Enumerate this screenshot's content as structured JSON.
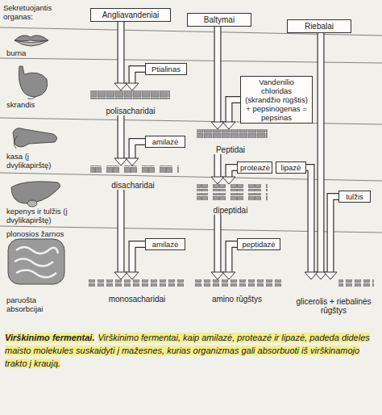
{
  "diagram": {
    "title": "Virškinimo fermentai.",
    "caption": "Virškinimo fermentai, kaip amilazė, proteazė ir lipazė, padeda dideles maisto molekules suskaidyti į mažesnes, kurias organizmas gali absorbuoti iš virškinamojo trakto į kraują.",
    "nodes": [
      {
        "text": [
          "Angliavandeniai"
        ]
      },
      {
        "text": [
          "Baltymai"
        ]
      },
      {
        "text": [
          "Riebalai"
        ]
      },
      {
        "text": [
          "Ptialinas"
        ]
      },
      {
        "text": [
          "polisacharidai"
        ]
      },
      {
        "text": [
          "Vandenilio chloridas (skrandžio rūgštis) + pepsinogenas = pepsinas"
        ]
      },
      {
        "text": [
          "Peptidai"
        ]
      },
      {
        "text": [
          "amilazė"
        ]
      },
      {
        "text": [
          "proteazė"
        ]
      },
      {
        "text": [
          "lipazė"
        ]
      },
      {
        "text": [
          "tulžis"
        ]
      },
      {
        "text": [
          "disacharidai"
        ]
      },
      {
        "text": [
          "dipeptidai"
        ]
      },
      {
        "text": [
          "amilazė"
        ]
      },
      {
        "text": [
          "peptidazė"
        ]
      },
      {
        "text": [
          "monosacharidai"
        ]
      },
      {
        "text": [
          "amino rūgštys"
        ]
      },
      {
        "text": [
          "glicerolis + riebalinės rūgštys"
        ]
      }
    ],
    "edges": [
      {
        "from": 0,
        "to": 4,
        "arrow": "to"
      },
      {
        "from": 3,
        "to": 4,
        "arrow": "to"
      },
      {
        "from": 4,
        "to": 11,
        "arrow": "to"
      },
      {
        "from": 7,
        "to": 11,
        "arrow": "to"
      },
      {
        "from": 11,
        "to": 15,
        "arrow": "to"
      },
      {
        "from": 13,
        "to": 15,
        "arrow": "to"
      },
      {
        "from": 1,
        "to": 6,
        "arrow": "to"
      },
      {
        "from": 5,
        "to": 6,
        "arrow": "to"
      },
      {
        "from": 6,
        "to": 12,
        "arrow": "to"
      },
      {
        "from": 8,
        "to": 12,
        "arrow": "to"
      },
      {
        "from": 12,
        "to": 16,
        "arrow": "to"
      },
      {
        "from": 14,
        "to": 16,
        "arrow": "to"
      },
      {
        "from": 2,
        "to": 17,
        "arrow": "to"
      },
      {
        "from": 9,
        "to": 17,
        "arrow": "to"
      },
      {
        "from": 10,
        "to": 17,
        "arrow": "to"
      }
    ],
    "labels": [
      "Sekretuojantis organas:",
      "burna",
      "skrandis",
      "kasa (į dvylikapirštę)",
      "kepenys ir tulžis (į dvylikapirštę)",
      "plonosios žarnos",
      "paruošta absorbcijai"
    ]
  }
}
